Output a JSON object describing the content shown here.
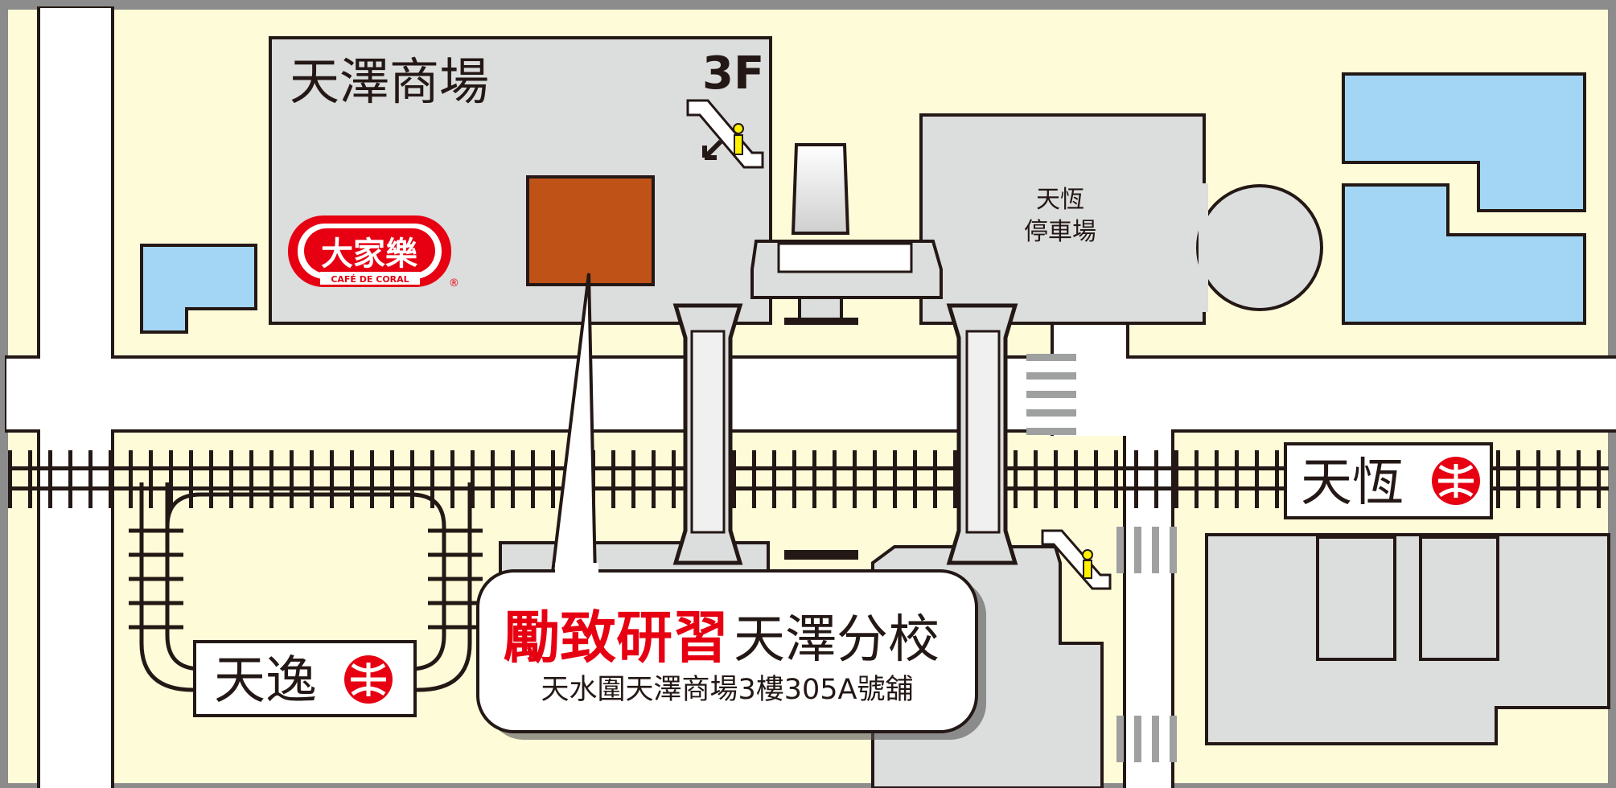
{
  "mall": {
    "name": "天澤商場",
    "floor": "3F"
  },
  "restaurant": {
    "name": "大家樂",
    "name_en": "CAFÉ DE CORAL",
    "mark": "®"
  },
  "carpark": {
    "line1": "天恆",
    "line2": "停車場"
  },
  "stations": {
    "tin_heng": "天恆",
    "tin_yat": "天逸"
  },
  "callout": {
    "brand": "勵致研習",
    "branch": "天澤分校",
    "address": "天水圍天澤商場3樓305A號舖"
  },
  "colors": {
    "ground": "#fefbd8",
    "road": "#ffffff",
    "building": "#dcdddd",
    "water": "#a3d6f4",
    "target": "#bf5217",
    "brand_red": "#e60012",
    "outline": "#231815"
  },
  "icons": [
    "escalator-icon",
    "mtr-logo-icon",
    "arrow-up-left-icon"
  ]
}
